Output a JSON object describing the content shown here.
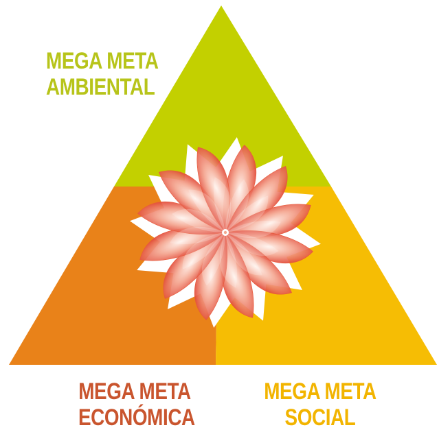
{
  "colors": {
    "environmental": "#c3d000",
    "economic": "#e98219",
    "social": "#f6bd04",
    "label_environmental": "#b7c41a",
    "label_economic": "#c9552e",
    "label_social": "#f2b400",
    "flower_dark": "#dd3222",
    "flower_light": "#fff1ea"
  },
  "labels": {
    "environmental": {
      "line1": "MEGA META",
      "line2": "AMBIENTAL"
    },
    "economic": {
      "line1": "MEGA META",
      "line2": "ECONÓMICA"
    },
    "social": {
      "line1": "MEGA META",
      "line2": "SOCIAL"
    }
  },
  "icons": {
    "center": "flower-spiral-icon"
  }
}
